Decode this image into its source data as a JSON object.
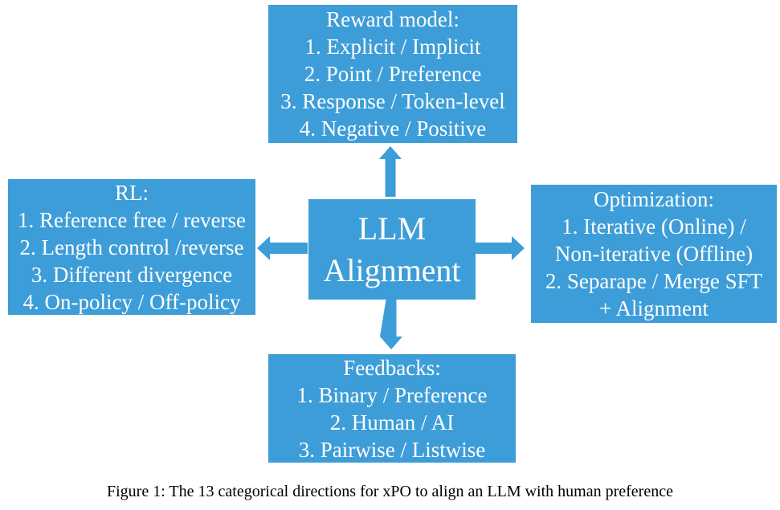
{
  "colors": {
    "accent": "#3D9DD8",
    "box_text": "#FFFFFF",
    "caption_text": "#000000",
    "background": "#FFFFFF"
  },
  "center": {
    "lines": [
      "LLM",
      "Alignment"
    ]
  },
  "boxes": {
    "reward_model": {
      "title": "Reward model:",
      "lines": [
        "1. Explicit / Implicit",
        "2. Point / Preference",
        "3. Response / Token-level",
        "4. Negative / Positive"
      ]
    },
    "rl": {
      "title": "RL:",
      "lines": [
        "1. Reference free / reverse",
        "2. Length control /reverse",
        "3. Different divergence",
        "4. On-policy / Off-policy"
      ]
    },
    "optimization": {
      "title": "Optimization:",
      "lines": [
        "1. Iterative (Online) /",
        "Non-iterative (Offline)",
        "2. Separape / Merge SFT",
        "+ Alignment"
      ]
    },
    "feedbacks": {
      "title": "Feedbacks:",
      "lines": [
        "1. Binary / Preference",
        "2. Human / AI",
        "3. Pairwise / Listwise"
      ]
    }
  },
  "icons": {
    "up": "arrow-up-icon",
    "down": "arrow-down-icon",
    "left": "arrow-left-icon",
    "right": "arrow-right-icon"
  },
  "caption": "Figure 1: The 13 categorical directions for xPO to align an LLM with human preference"
}
